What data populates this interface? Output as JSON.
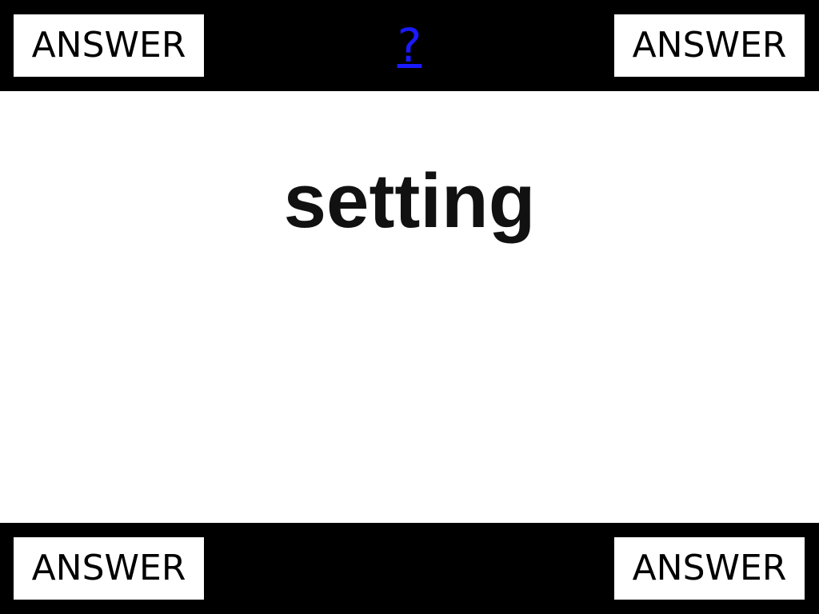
{
  "header": {
    "help_link": "?",
    "answer_top_left": "ANSWER",
    "answer_top_right": "ANSWER"
  },
  "main": {
    "word": "setting"
  },
  "footer": {
    "answer_bottom_left": "ANSWER",
    "answer_bottom_right": "ANSWER"
  },
  "colors": {
    "bar": "#000000",
    "background": "#ffffff",
    "link": "#1a1aff"
  }
}
